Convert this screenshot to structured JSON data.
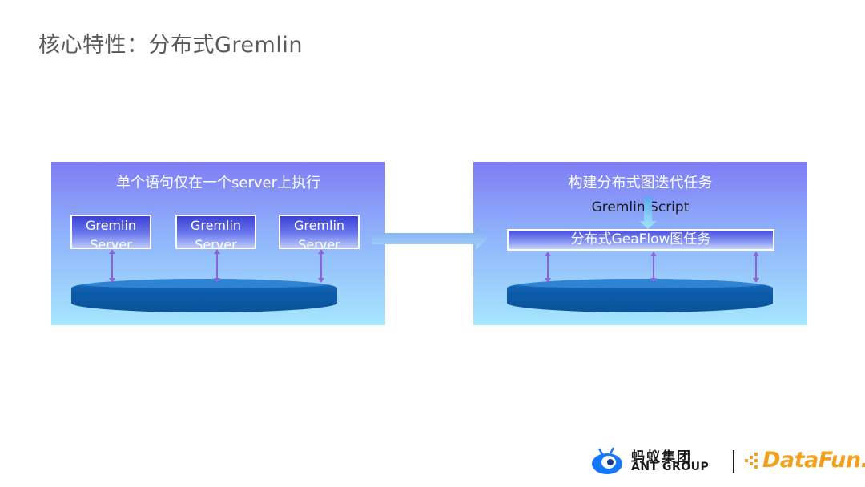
{
  "slide": {
    "title": "核心特性：分布式Gremlin"
  },
  "left_panel": {
    "heading": "单个语句仅在一个server上执行",
    "servers": [
      {
        "line1": "Gremlin",
        "line2": "Server"
      },
      {
        "line1": "Gremlin",
        "line2": "Server"
      },
      {
        "line1": "Gremlin",
        "line2": "Server"
      }
    ]
  },
  "right_panel": {
    "heading": "构建分布式图迭代任务",
    "script_label": "Gremlin Script",
    "task_label": "分布式GeaFlow图任务"
  },
  "logos": {
    "ant_cn": "蚂蚁集团",
    "ant_en": "ANT GROUP",
    "datafun": "DataFun."
  },
  "colors": {
    "panel_top": "#7f7cf5",
    "panel_bottom": "#a6e6fe",
    "disk": "#0c5ba9",
    "arrow": "#8a63d6",
    "datafun": "#f4a01c"
  }
}
